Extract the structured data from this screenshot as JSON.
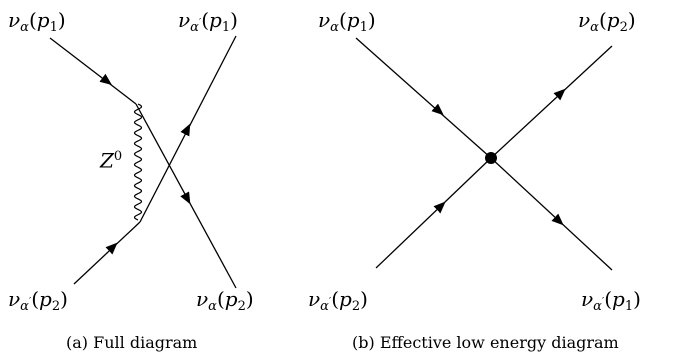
{
  "diagram_a": {
    "label_top_left": {
      "particle": "ν",
      "flavor": "α",
      "prime": "",
      "momentum": "p",
      "index": "1"
    },
    "label_top_right": {
      "particle": "ν",
      "flavor": "α",
      "prime": "′",
      "momentum": "p",
      "index": "1"
    },
    "label_bottom_left": {
      "particle": "ν",
      "flavor": "α",
      "prime": "′",
      "momentum": "p",
      "index": "2"
    },
    "label_bottom_right": {
      "particle": "ν",
      "flavor": "α",
      "prime": "",
      "momentum": "p",
      "index": "2"
    },
    "boson_label": {
      "symbol": "Z",
      "charge": "0"
    },
    "caption": "(a) Full diagram"
  },
  "diagram_b": {
    "label_top_left": {
      "particle": "ν",
      "flavor": "α",
      "prime": "",
      "momentum": "p",
      "index": "1"
    },
    "label_top_right": {
      "particle": "ν",
      "flavor": "α",
      "prime": "",
      "momentum": "p",
      "index": "2"
    },
    "label_bottom_left": {
      "particle": "ν",
      "flavor": "α",
      "prime": "′",
      "momentum": "p",
      "index": "2"
    },
    "label_bottom_right": {
      "particle": "ν",
      "flavor": "α",
      "prime": "′",
      "momentum": "p",
      "index": "1"
    },
    "caption": "(b) Effective low energy diagram"
  }
}
